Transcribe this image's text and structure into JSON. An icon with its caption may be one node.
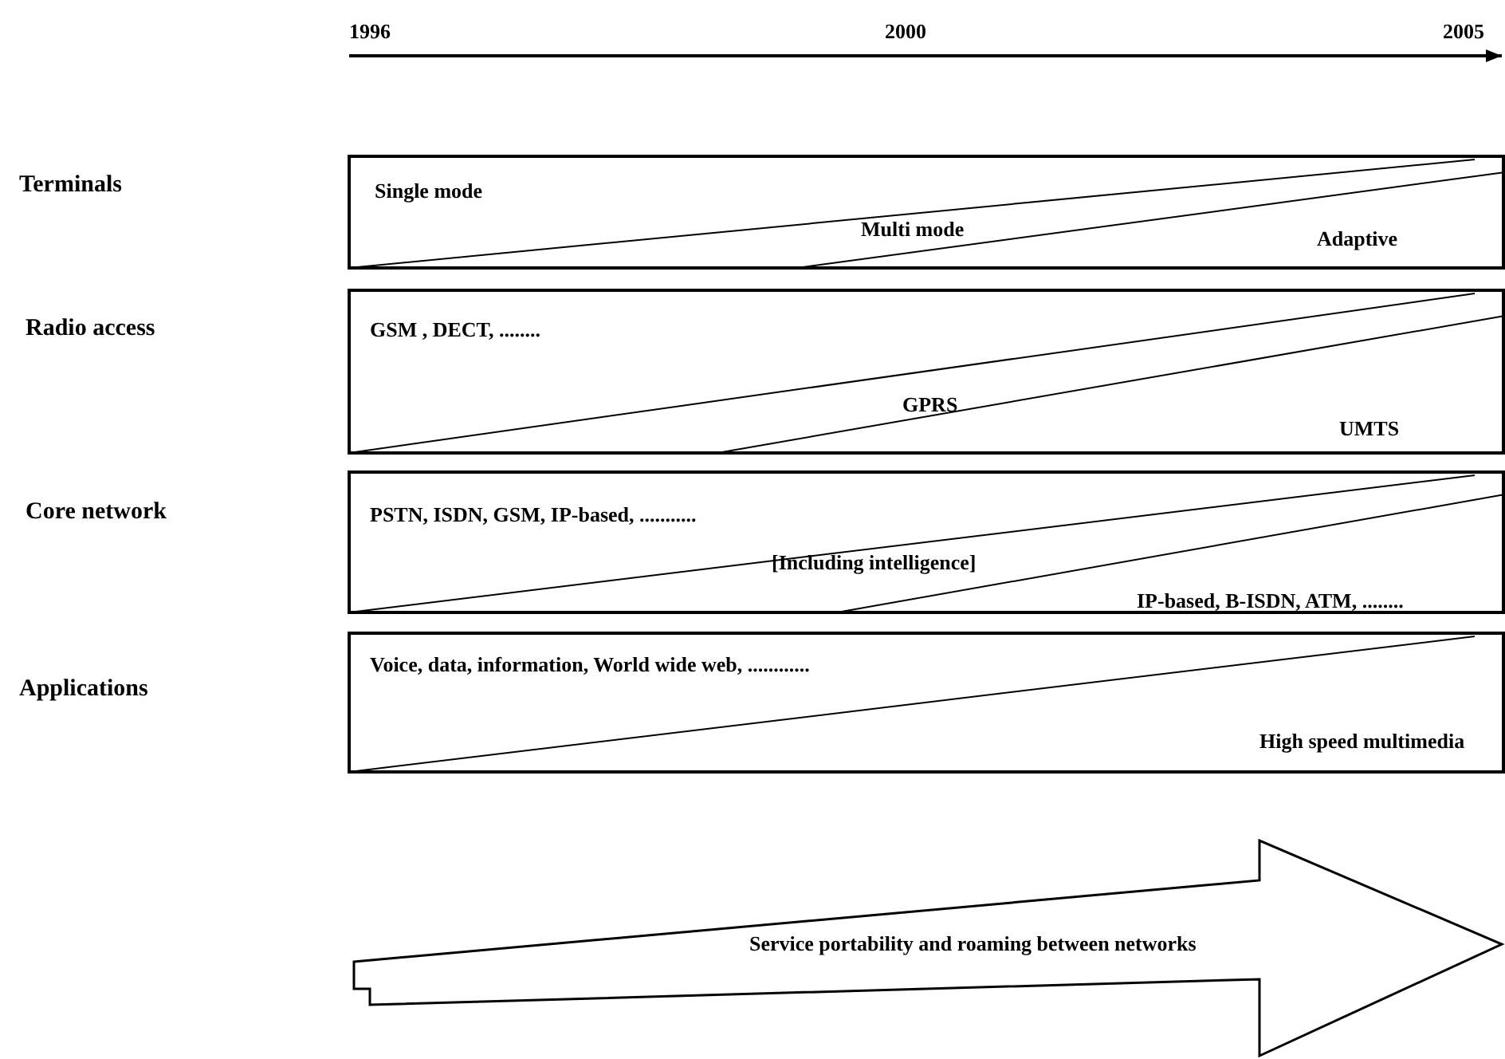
{
  "diagram": {
    "nodes": [
      {
        "text": [
          "Single mode",
          "Multi mode",
          "Adaptive"
        ]
      },
      {
        "text": [
          "GSM , DECT, ........",
          "GPRS",
          "UMTS"
        ]
      },
      {
        "text": [
          "PSTN, ISDN, GSM, IP-based, ...........",
          "[Including intelligence]",
          "IP-based, B-ISDN, ATM, ........"
        ]
      },
      {
        "text": [
          "Voice, data, information, World wide web, ............",
          "High speed multimedia"
        ]
      },
      {
        "text": [
          "Service portability and roaming between networks"
        ]
      }
    ],
    "edges": [],
    "labels": [
      "1996",
      "2000",
      "2005",
      "Terminals",
      "Radio access",
      "Core network",
      "Applications"
    ]
  }
}
